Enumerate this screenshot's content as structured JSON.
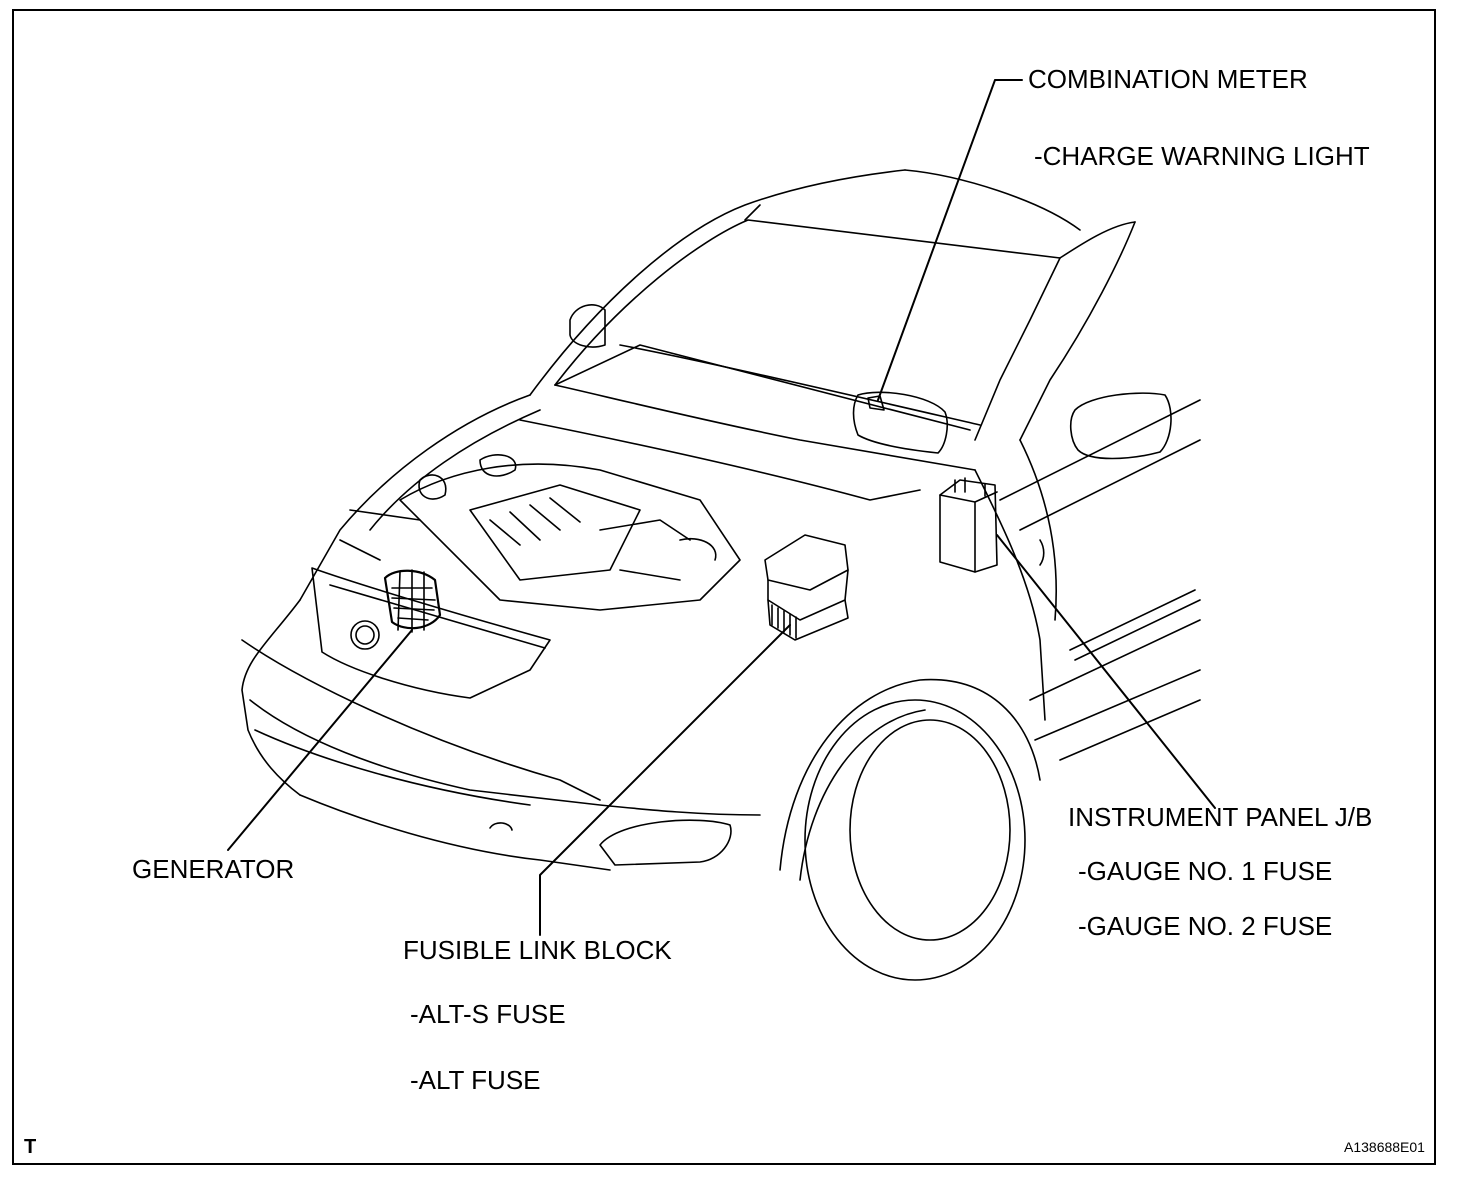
{
  "labels": {
    "combination_meter": "COMBINATION METER",
    "charge_warning_light": "-CHARGE WARNING LIGHT",
    "instrument_panel_jb": "INSTRUMENT PANEL J/B",
    "gauge_no1_fuse": "-GAUGE NO. 1 FUSE",
    "gauge_no2_fuse": "-GAUGE NO. 2 FUSE",
    "generator": "GENERATOR",
    "fusible_link_block": "FUSIBLE LINK BLOCK",
    "alt_s_fuse": "-ALT-S FUSE",
    "alt_fuse": "-ALT FUSE"
  },
  "corner_tag": "T",
  "figure_code": "A138688E01"
}
